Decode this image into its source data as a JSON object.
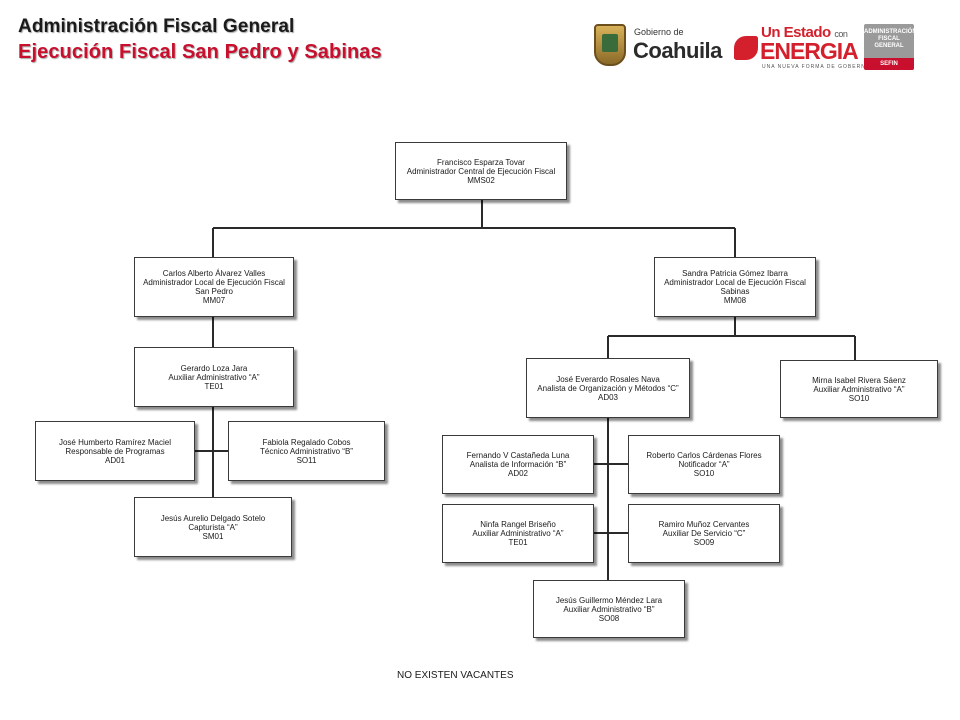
{
  "header": {
    "title": "Administración Fiscal General",
    "subtitle": "Ejecución Fiscal San Pedro y Sabinas"
  },
  "logos": {
    "gobierno_small": "Gobierno de",
    "gobierno_big": "Coahuila",
    "energia_top": "Un Estado",
    "energia_con": "con",
    "energia_big": "ENERGIA",
    "energia_tag": "UNA NUEVA FORMA DE GOBERNAR",
    "admin_line1": "ADMINISTRACIÓN",
    "admin_line2": "FISCAL GENERAL",
    "admin_line3": "SEFIN",
    "brand_red": "#c8102e"
  },
  "org": {
    "root": {
      "name": "Francisco Esparza Tovar",
      "role": "Administrador Central de Ejecución Fiscal",
      "code": "MMS02"
    },
    "san_pedro": {
      "name": "Carlos Alberto Álvarez Valles",
      "role": "Administrador Local de Ejecución Fiscal San Pedro",
      "code": "MM07"
    },
    "sabinas": {
      "name": "Sandra Patricia Gómez Ibarra",
      "role": "Administrador Local de Ejecución Fiscal Sabinas",
      "code": "MM08"
    },
    "gerardo": {
      "name": "Gerardo Loza Jara",
      "role": "Auxiliar Administrativo “A”",
      "code": "TE01"
    },
    "jose_humberto": {
      "name": "José Humberto Ramírez Maciel",
      "role": "Responsable de Programas",
      "code": "AD01"
    },
    "fabiola": {
      "name": "Fabiola Regalado Cobos",
      "role": "Técnico Administrativo “B”",
      "code": "SO11"
    },
    "jesus_aurelio": {
      "name": "Jesús Aurelio Delgado Sotelo",
      "role": "Capturista “A”",
      "code": "SM01"
    },
    "jose_everardo": {
      "name": "José Everardo Rosales Nava",
      "role": "Analista de Organización y Métodos “C”",
      "code": "AD03"
    },
    "mirna": {
      "name": "Mirna Isabel Rivera Sáenz",
      "role": "Auxiliar Administrativo “A”",
      "code": "SO10"
    },
    "fernando": {
      "name": "Fernando V Castañeda Luna",
      "role": "Analista de Información “B”",
      "code": "AD02"
    },
    "roberto": {
      "name": "Roberto Carlos Cárdenas Flores",
      "role": "Notificador “A”",
      "code": "SO10"
    },
    "ninfa": {
      "name": "Ninfa Rangel Briseño",
      "role": "Auxiliar Administrativo “A”",
      "code": "TE01"
    },
    "ramiro": {
      "name": "Ramiro Muñoz Cervantes",
      "role": "Auxiliar De Servicio “C”",
      "code": "SO09"
    },
    "jesus_guillermo": {
      "name": "Jesús Guillermo Méndez Lara",
      "role": "Auxiliar Administrativo “B”",
      "code": "SO08"
    }
  },
  "footer": {
    "note": "NO EXISTEN VACANTES"
  }
}
